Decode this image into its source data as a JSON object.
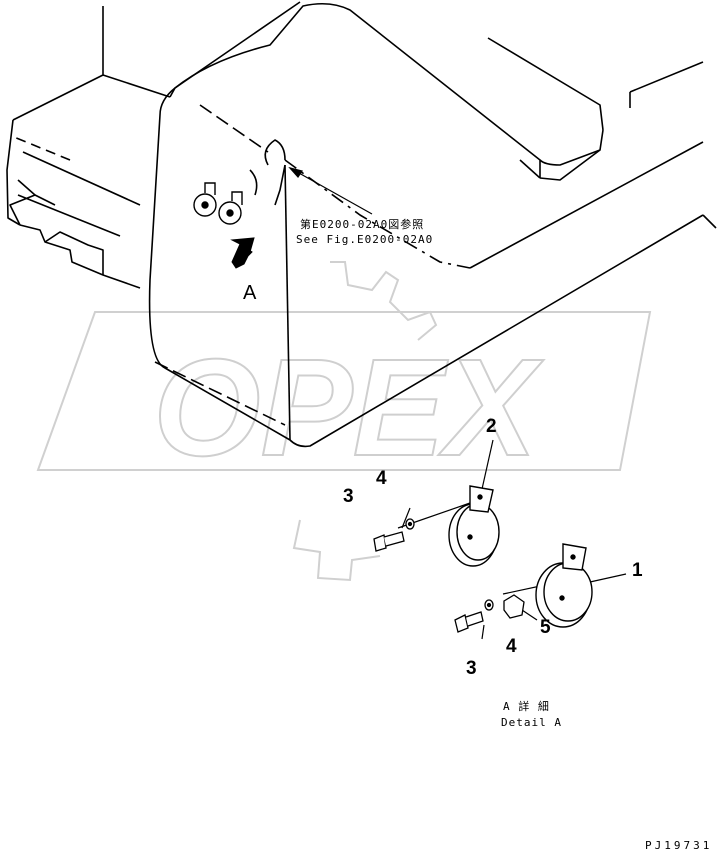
{
  "reference": {
    "jp": "第E0200-02A0図参照",
    "en": "See Fig.E0200-02A0"
  },
  "view_marker": "A",
  "callouts": {
    "c1": "1",
    "c2": "2",
    "c3_upper": "3",
    "c3_lower": "3",
    "c4_upper": "4",
    "c4_lower": "4",
    "c5": "5"
  },
  "detail": {
    "jp": "A 詳 細",
    "en": "Detail A"
  },
  "drawing_number": "PJ19731",
  "watermark": "OPEX"
}
